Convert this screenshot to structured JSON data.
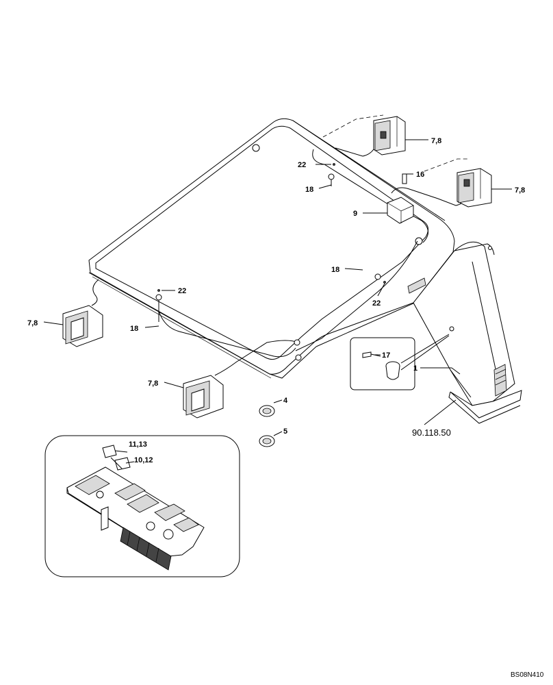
{
  "callouts": {
    "c22a": "22",
    "c18a": "18",
    "c9": "9",
    "c16": "16",
    "c78a": "7,8",
    "c78b": "7,8",
    "c78c": "7,8",
    "c78d": "7,8",
    "c22b": "22",
    "c18b": "18",
    "c18c": "18",
    "c22c": "22",
    "c17": "17",
    "c1": "1",
    "c4": "4",
    "c5": "5",
    "c1113": "11,13",
    "c1012": "10,12"
  },
  "reference": "90.118.50",
  "drawing_code": "BS08N410"
}
